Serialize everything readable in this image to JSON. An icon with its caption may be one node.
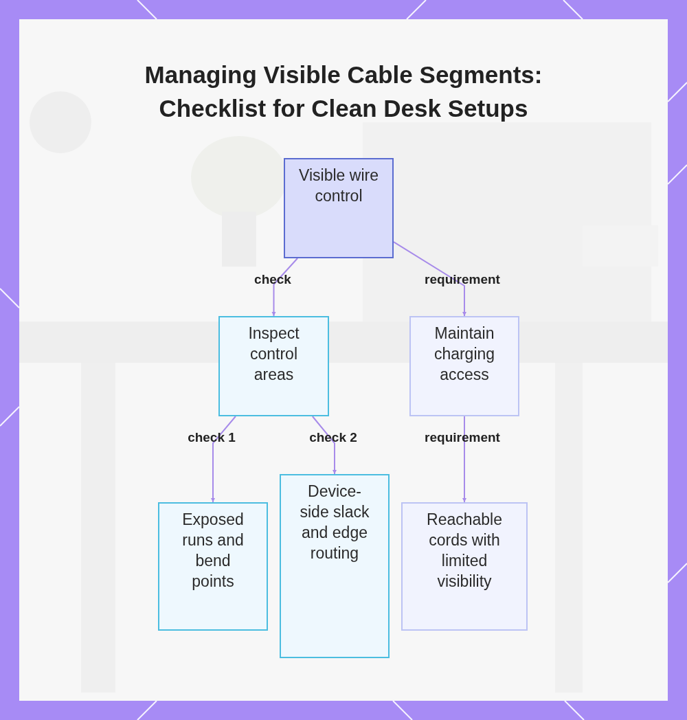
{
  "diagram": {
    "title": "Managing Visible Cable Segments: Checklist for Clean Desk Setups",
    "nodes": [
      {
        "text": [
          "Visible wire control"
        ]
      },
      {
        "text": [
          "Inspect control areas"
        ]
      },
      {
        "text": [
          "Maintain charging access"
        ]
      },
      {
        "text": [
          "Exposed runs and bend points"
        ]
      },
      {
        "text": [
          "Device-side slack and edge routing"
        ]
      },
      {
        "text": [
          "Reachable cords with limited visibility"
        ]
      }
    ],
    "edges": [
      {
        "from": 0,
        "to": 1,
        "arrow": "to",
        "label": "check"
      },
      {
        "from": 0,
        "to": 2,
        "arrow": "to",
        "label": "requirement"
      },
      {
        "from": 1,
        "to": 3,
        "arrow": "to",
        "label": "check 1"
      },
      {
        "from": 1,
        "to": 4,
        "arrow": "to",
        "label": "check 2"
      },
      {
        "from": 2,
        "to": 5,
        "arrow": "to",
        "label": "requirement"
      }
    ]
  }
}
